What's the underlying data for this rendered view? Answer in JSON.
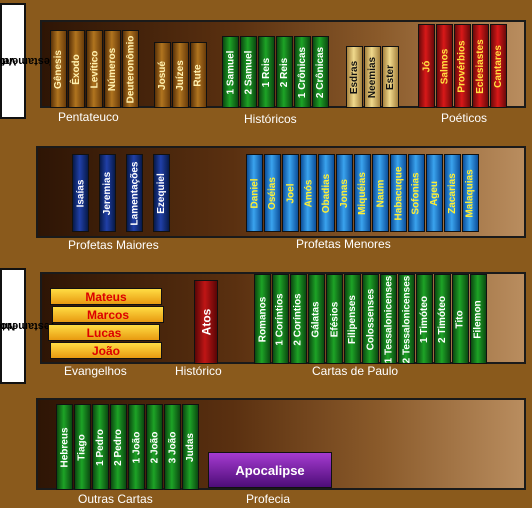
{
  "testaments": {
    "old": [
      "Velho",
      "Testamento"
    ],
    "new": [
      "Novo",
      "Testamento"
    ]
  },
  "shelf1": {
    "pentateuco": [
      "Gênesis",
      "Êxodo",
      "Levítico",
      "Números",
      "Deuteronômio"
    ],
    "historicos_a": [
      "Josué",
      "Juízes",
      "Rute"
    ],
    "historicos_b": [
      "1 Samuel",
      "2 Samuel",
      "1 Reis",
      "2 Reis",
      "1 Crônicas",
      "2 Crônicas"
    ],
    "historicos_c": [
      "Esdras",
      "Neemias",
      "Ester"
    ],
    "poeticos": [
      "Jó",
      "Salmos",
      "Provérbios",
      "Eclesiastes",
      "Cantares"
    ],
    "labels": {
      "pentateuco": "Pentateuco",
      "historicos": "Históricos",
      "poeticos": "Poéticos"
    }
  },
  "shelf2": {
    "maiores": [
      "Isaías",
      "Jeremias",
      "Lamentações",
      "Ezequiel"
    ],
    "menores": [
      "Daniel",
      "Oséias",
      "Joel",
      "Amós",
      "Obadias",
      "Jonas",
      "Miquéias",
      "Naum",
      "Habacuque",
      "Sofonias",
      "Ageu",
      "Zacarias",
      "Malaquias"
    ],
    "labels": {
      "maiores": "Profetas Maiores",
      "menores": "Profetas Menores"
    }
  },
  "shelf3": {
    "evangelhos": [
      "Mateus",
      "Marcos",
      "Lucas",
      "João"
    ],
    "historico": [
      "Atos"
    ],
    "paulo": [
      "Romanos",
      "1 Coríntios",
      "2 Coríntios",
      "Gálatas",
      "Efésios",
      "Filipenses",
      "Colossenses",
      "1 Tessalonicenses",
      "2 Tessalonicenses",
      "1 Timóteo",
      "2 Timóteo",
      "Tito",
      "Filemon"
    ],
    "labels": {
      "evangelhos": "Evangelhos",
      "historico": "Histórico",
      "paulo": "Cartas de Paulo"
    }
  },
  "shelf4": {
    "outras": [
      "Hebreus",
      "Tiago",
      "1 Pedro",
      "2 Pedro",
      "1 João",
      "2 João",
      "3 João",
      "Judas"
    ],
    "profecia": [
      "Apocalipse"
    ],
    "labels": {
      "outras": "Outras Cartas",
      "profecia": "Profecia"
    }
  },
  "colors": {
    "wood": "#8a5a1c",
    "green": "#1da326",
    "red": "#d81818",
    "blue": "#3aa3ee",
    "gold": "#f0d98c",
    "purple": "#7a1fb0"
  }
}
